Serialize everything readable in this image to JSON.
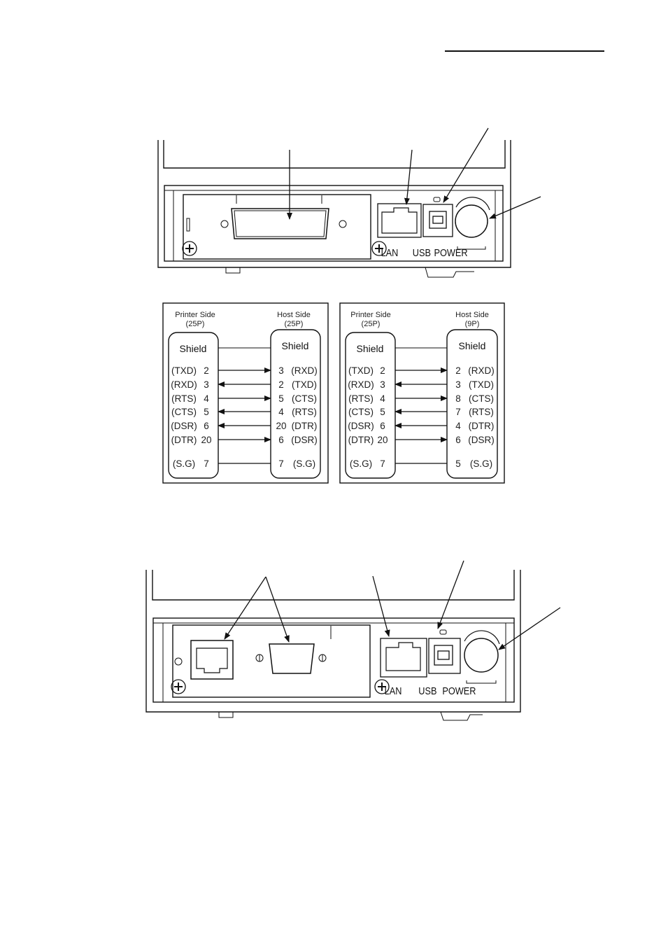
{
  "figure1": {
    "ports": {
      "lan": "LAN",
      "usb": "USB",
      "power": "POWER"
    }
  },
  "figure2": {
    "ports": {
      "lan": "LAN",
      "usb": "USB",
      "power": "POWER"
    }
  },
  "wiring_25p": {
    "printer_header": "Printer Side",
    "printer_pins": "(25P)",
    "host_header": "Host Side",
    "host_pins": "(25P)",
    "shield": "Shield",
    "rows": [
      {
        "p_sig": "(TXD)",
        "p_pin": "2",
        "h_pin": "3",
        "h_sig": "(RXD)",
        "dir": "right"
      },
      {
        "p_sig": "(RXD)",
        "p_pin": "3",
        "h_pin": "2",
        "h_sig": "(TXD)",
        "dir": "left"
      },
      {
        "p_sig": "(RTS)",
        "p_pin": "4",
        "h_pin": "5",
        "h_sig": "(CTS)",
        "dir": "right"
      },
      {
        "p_sig": "(CTS)",
        "p_pin": "5",
        "h_pin": "4",
        "h_sig": "(RTS)",
        "dir": "left"
      },
      {
        "p_sig": "(DSR)",
        "p_pin": "6",
        "h_pin": "20",
        "h_sig": "(DTR)",
        "dir": "left"
      },
      {
        "p_sig": "(DTR)",
        "p_pin": "20",
        "h_pin": "6",
        "h_sig": "(DSR)",
        "dir": "right"
      },
      {
        "p_sig": "(S.G)",
        "p_pin": "7",
        "h_pin": "7",
        "h_sig": "(S.G)",
        "dir": "none"
      }
    ]
  },
  "wiring_9p": {
    "printer_header": "Printer Side",
    "printer_pins": "(25P)",
    "host_header": "Host Side",
    "host_pins": "(9P)",
    "shield": "Shield",
    "rows": [
      {
        "p_sig": "(TXD)",
        "p_pin": "2",
        "h_pin": "2",
        "h_sig": "(RXD)",
        "dir": "right"
      },
      {
        "p_sig": "(RXD)",
        "p_pin": "3",
        "h_pin": "3",
        "h_sig": "(TXD)",
        "dir": "left"
      },
      {
        "p_sig": "(RTS)",
        "p_pin": "4",
        "h_pin": "8",
        "h_sig": "(CTS)",
        "dir": "right"
      },
      {
        "p_sig": "(CTS)",
        "p_pin": "5",
        "h_pin": "7",
        "h_sig": "(RTS)",
        "dir": "left"
      },
      {
        "p_sig": "(DSR)",
        "p_pin": "6",
        "h_pin": "4",
        "h_sig": "(DTR)",
        "dir": "left"
      },
      {
        "p_sig": "(DTR)",
        "p_pin": "20",
        "h_pin": "6",
        "h_sig": "(DSR)",
        "dir": "right"
      },
      {
        "p_sig": "(S.G)",
        "p_pin": "7",
        "h_pin": "5",
        "h_sig": "(S.G)",
        "dir": "none"
      }
    ]
  }
}
